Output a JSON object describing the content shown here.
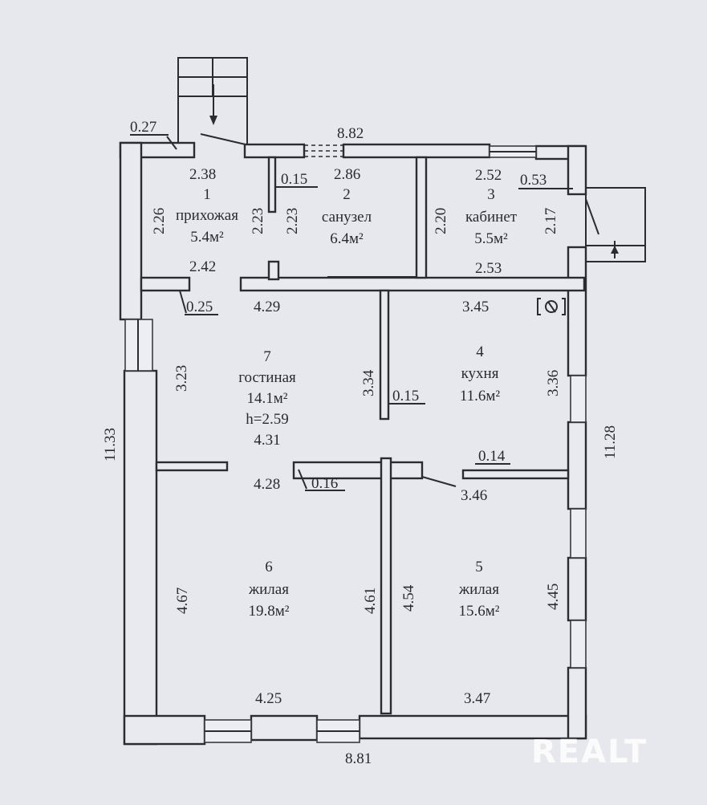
{
  "rooms": [
    {
      "id": "1",
      "name": "прихожая",
      "area": "5.4м²"
    },
    {
      "id": "2",
      "name": "санузел",
      "area": "6.4м²"
    },
    {
      "id": "3",
      "name": "кабинет",
      "area": "5.5м²"
    },
    {
      "id": "4",
      "name": "кухня",
      "area": "11.6м²"
    },
    {
      "id": "5",
      "name": "жилая",
      "area": "15.6м²"
    },
    {
      "id": "6",
      "name": "жилая",
      "area": "19.8м²"
    },
    {
      "id": "7",
      "name": "гостиная",
      "area": "14.1м²",
      "height": "h=2.59",
      "extra": "4.31"
    }
  ],
  "dims": {
    "top_width": "8.82",
    "bottom_width": "8.81",
    "left_height": "11.33",
    "right_height": "11.28",
    "d_027": "0.27",
    "d_238": "2.38",
    "d_015a": "0.15",
    "d_286": "2.86",
    "d_252": "2.52",
    "d_053": "0.53",
    "d_226": "2.26",
    "d_223a": "2.23",
    "d_223b": "2.23",
    "d_220": "2.20",
    "d_217": "2.17",
    "d_242": "2.42",
    "d_253": "2.53",
    "d_025": "0.25",
    "d_429": "4.29",
    "d_345": "3.45",
    "d_323": "3.23",
    "d_334": "3.34",
    "d_015b": "0.15",
    "d_336": "3.36",
    "d_014": "0.14",
    "d_428": "4.28",
    "d_016": "0.16",
    "d_346": "3.46",
    "d_467": "4.67",
    "d_461": "4.61",
    "d_454": "4.54",
    "d_445": "4.45",
    "d_425": "4.25",
    "d_347": "3.47"
  },
  "watermark": "REALT"
}
